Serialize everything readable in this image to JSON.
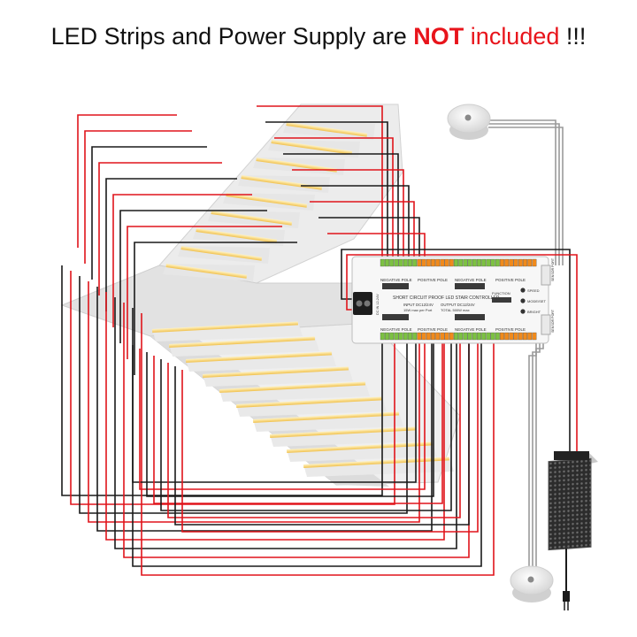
{
  "headline": {
    "part1": "LED Strips and Power Supply are ",
    "emph": "NOT",
    "part2": " included",
    "part3": " !!!"
  },
  "controller": {
    "title": "SHORT CIRCUIT PROOF LED STAIR CONTROLLER",
    "input": "INPUT DC12/24V",
    "input_sub": "15W max per Port",
    "output": "OUTPUT DC12/24V",
    "output_sub": "TOTAL 500W max",
    "negative_pole": "NEGATIVE POLE",
    "positive_pole": "POSITIVE POLE",
    "function": "FUNCTION",
    "speed": "SPEED",
    "mode_set": "MODE/SET",
    "bright": "BRIGHT",
    "sensor_top": "SENSOR PORT",
    "sensor_bottom": "SENSOR PORT",
    "dc_in": "DC IN 12-24V"
  },
  "colors": {
    "red_wire": "#e0141b",
    "black_wire": "#1a1a1a",
    "grey_wire": "#9a9a9a",
    "terminal_green": "#7cc142",
    "terminal_orange": "#f08a1c",
    "led_glow": "#f6d57a"
  }
}
